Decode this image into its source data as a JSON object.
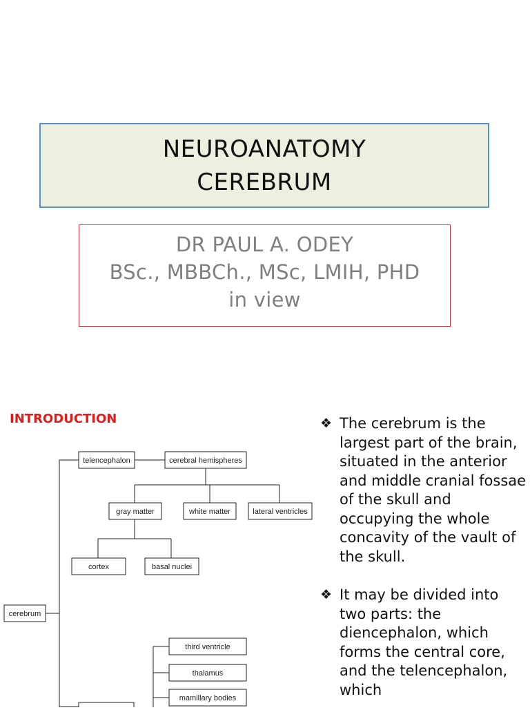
{
  "title": {
    "line1": "NEUROANATOMY",
    "line2": "CEREBRUM"
  },
  "author": {
    "line1": "DR PAUL A. ODEY",
    "line2": "BSc., MBBCh., MSc, LMIH, PHD",
    "line3": "in view"
  },
  "intro": {
    "heading": "INTRODUCTION"
  },
  "diagram": {
    "cerebrum": "cerebrum",
    "telencephalon": "telencephalon",
    "cerebral_hemispheres": "cerebral hemispheres",
    "gray_matter": "gray matter",
    "white_matter": "white matter",
    "lateral_ventricles": "lateral ventricles",
    "cortex": "cortex",
    "basal_nuclei": "basal nuclei",
    "third_ventricle": "third ventricle",
    "thalamus": "thalamus",
    "mamillary_bodies": "mamillary bodies"
  },
  "bullets": [
    {
      "icon": "diamond-bullet-icon",
      "text": "The cerebrum is the largest part of the brain, situated in the anterior and middle cranial fossae of the skull and occupying the whole concavity of the vault of the skull."
    },
    {
      "icon": "diamond-bullet-icon",
      "text": "It may be divided into two parts: the diencephalon, which forms the central core, and the telencephalon, which"
    }
  ]
}
